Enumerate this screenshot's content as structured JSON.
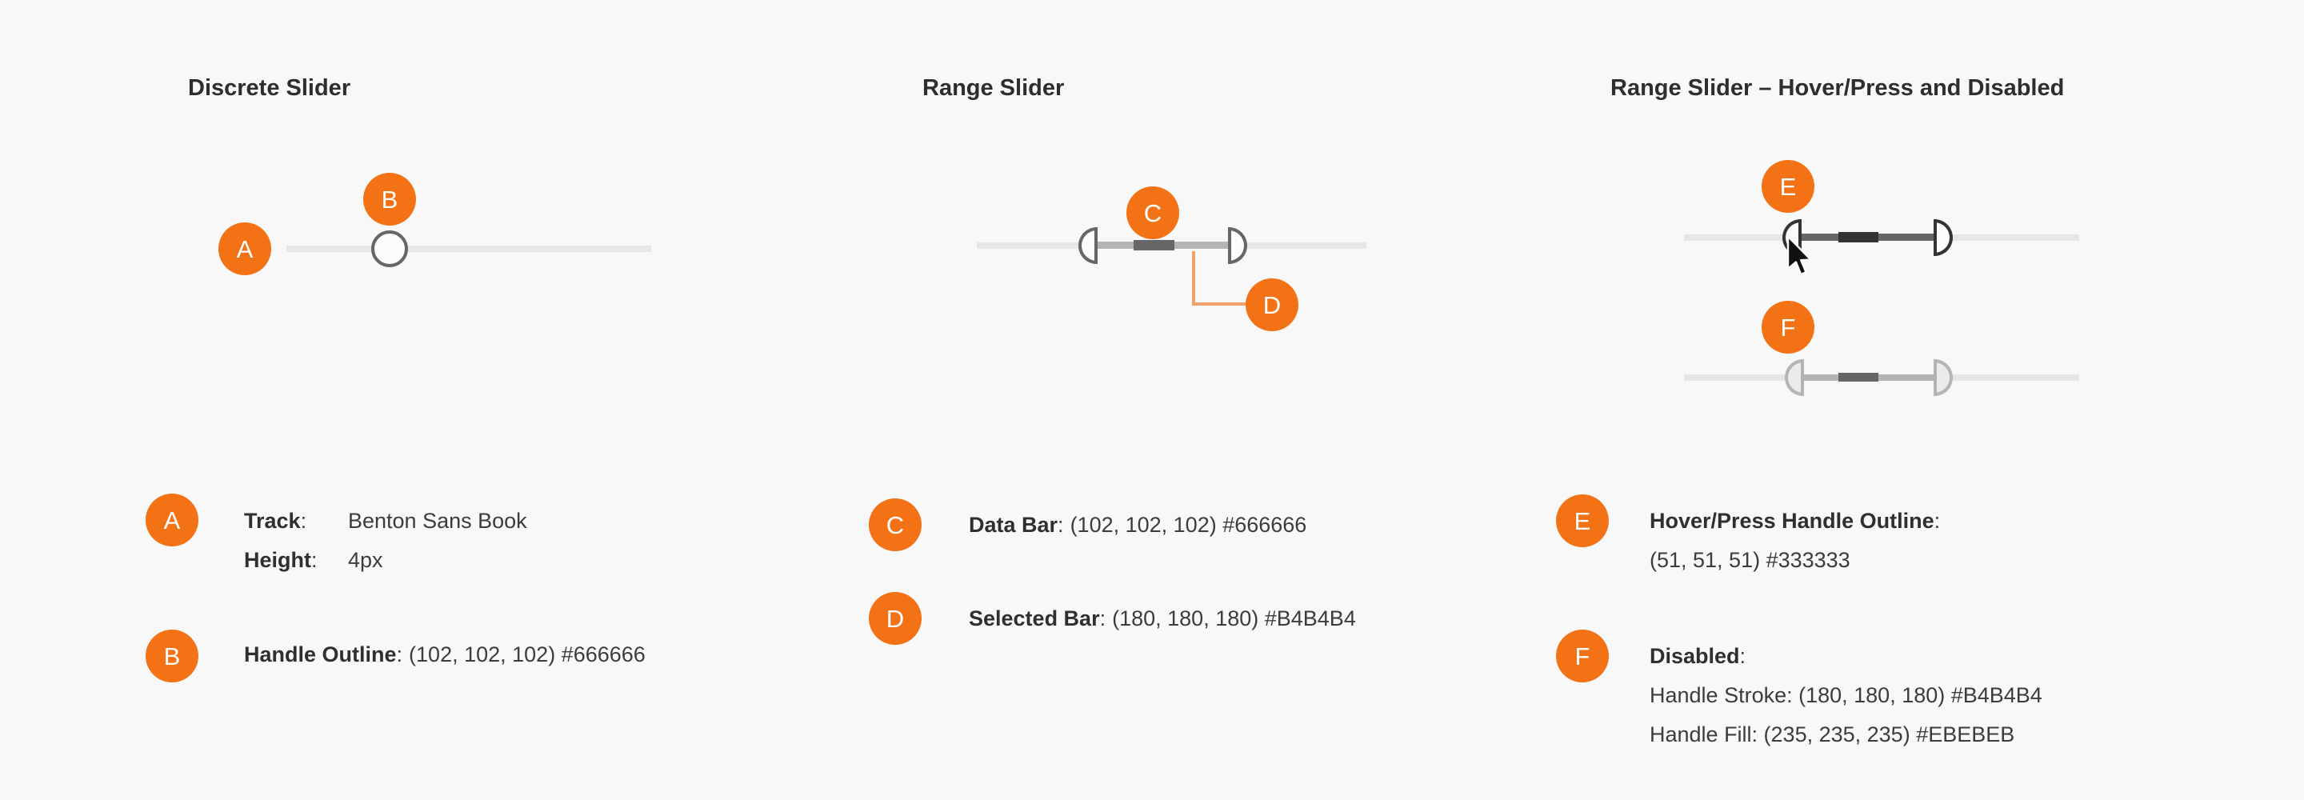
{
  "colors": {
    "page_bg": "#F8F8F8",
    "text_dark": "#333333",
    "badge_orange": "#F47216",
    "connector_orange": "#F0A068",
    "track_gray": "#E6E6E6",
    "handle_outline": "#666666",
    "hover_handle_outline": "#333333",
    "selected_bar": "#B4B4B4",
    "data_bar": "#666666",
    "hover_selected_bar": "#666666",
    "hover_data_bar": "#333333",
    "disabled_handle_stroke": "#B4B4B4",
    "disabled_handle_fill": "#EBEBEB"
  },
  "sections": {
    "discrete": {
      "title": "Discrete Slider"
    },
    "range": {
      "title": "Range Slider"
    },
    "states": {
      "title": "Range Slider – Hover/Press and Disabled"
    }
  },
  "badges": {
    "a": "A",
    "b": "B",
    "c": "C",
    "d": "D",
    "e": "E",
    "f": "F"
  },
  "legend": {
    "colon": ":",
    "a": {
      "rows": [
        {
          "label": "Track",
          "value": "Benton Sans Book"
        },
        {
          "label": "Height",
          "value": "4px"
        }
      ]
    },
    "b": {
      "label": "Handle Outline",
      "value": "(102, 102, 102) #666666"
    },
    "c": {
      "label": "Data Bar",
      "value": "(102, 102, 102) #666666"
    },
    "d": {
      "label": "Selected Bar",
      "value": "(180, 180, 180) #B4B4B4"
    },
    "e": {
      "label": "Hover/Press Handle Outline",
      "line2": "(51, 51, 51) #333333"
    },
    "f": {
      "label": "Disabled",
      "line2": "Handle Stroke: (180, 180, 180) #B4B4B4",
      "line3": "Handle Fill: (235, 235, 235) #EBEBEB"
    }
  }
}
